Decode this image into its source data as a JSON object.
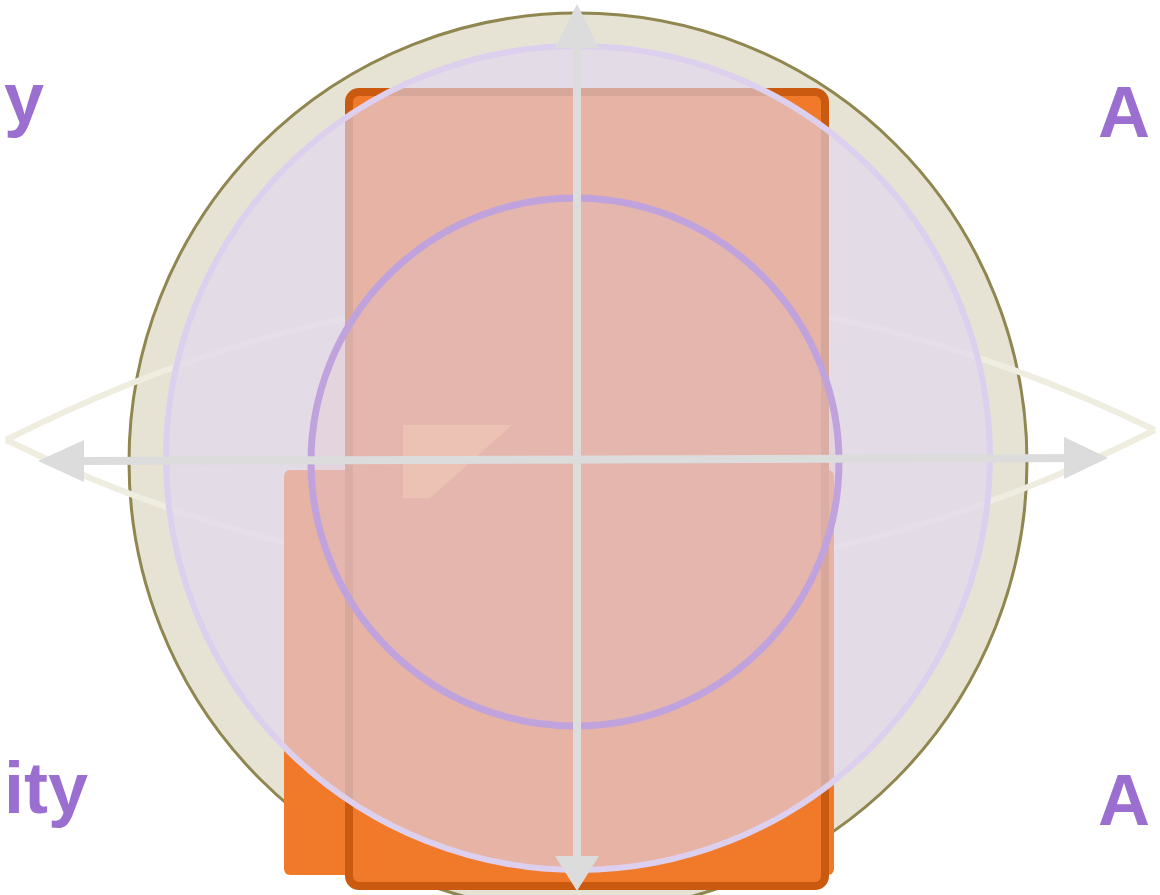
{
  "diagram": {
    "labels": [
      "y",
      "A",
      "ity",
      "A"
    ]
  }
}
